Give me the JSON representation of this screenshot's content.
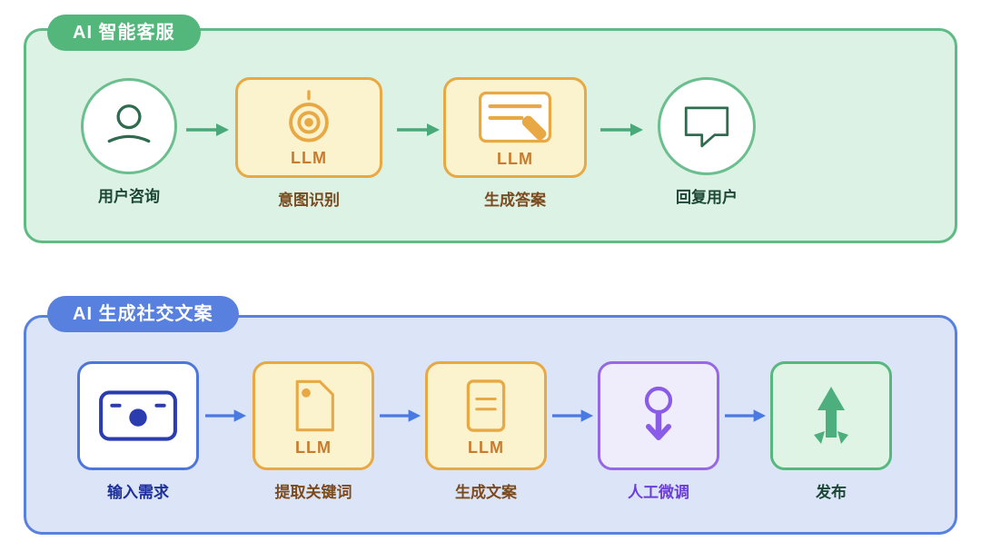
{
  "colors": {
    "canvas-bg": "#FFFFFF",
    "panel1-bg": "#DBF2E4",
    "panel1-border": "#5FBA84",
    "badge1-bg": "#53B67A",
    "badge-text": "#FFFFFF",
    "green-label": "#1C4734",
    "green-icon": "#2F6B4E",
    "green-arrow": "#4AA97A",
    "circle-border": "#6BBE8D",
    "llm-box-bg": "#FBF2CE",
    "llm-box-border": "#E8A843",
    "orange-icon": "#E8A843",
    "llm-text": "#C97A2B",
    "brown-label": "#7B4A1E",
    "panel2-bg": "#DCE5F8",
    "panel2-border": "#5880DF",
    "badge2-bg": "#5880DF",
    "blue-arrow": "#4B79E2",
    "input-box-border": "#4C76DC",
    "navy-icon": "#2B3CB0",
    "navy-label": "#1D2F9B",
    "purple-bg": "#EFECFB",
    "purple-border": "#9668E5",
    "purple-icon": "#8A5BE8",
    "purple-label": "#6C3ED8",
    "publish-bg": "#DFF4E5",
    "publish-border": "#57B87D",
    "publish-icon": "#4CAF7D"
  },
  "panels": [
    {
      "badge": "AI 智能客服",
      "nodes": [
        {
          "label": "用户咨询",
          "icon": "user-icon"
        },
        {
          "label": "意图识别",
          "icon": "target-icon",
          "llm": "LLM"
        },
        {
          "label": "生成答案",
          "icon": "document-edit-icon",
          "llm": "LLM"
        },
        {
          "label": "回复用户",
          "icon": "chat-bubble-icon"
        }
      ]
    },
    {
      "badge": "AI 生成社交文案",
      "nodes": [
        {
          "label": "输入需求",
          "icon": "banknote-icon"
        },
        {
          "label": "提取关键词",
          "icon": "document-fold-icon",
          "llm": "LLM"
        },
        {
          "label": "生成文案",
          "icon": "note-lines-icon",
          "llm": "LLM"
        },
        {
          "label": "人工微调",
          "icon": "person-pin-icon"
        },
        {
          "label": "发布",
          "icon": "launch-arrow-icon"
        }
      ]
    }
  ]
}
